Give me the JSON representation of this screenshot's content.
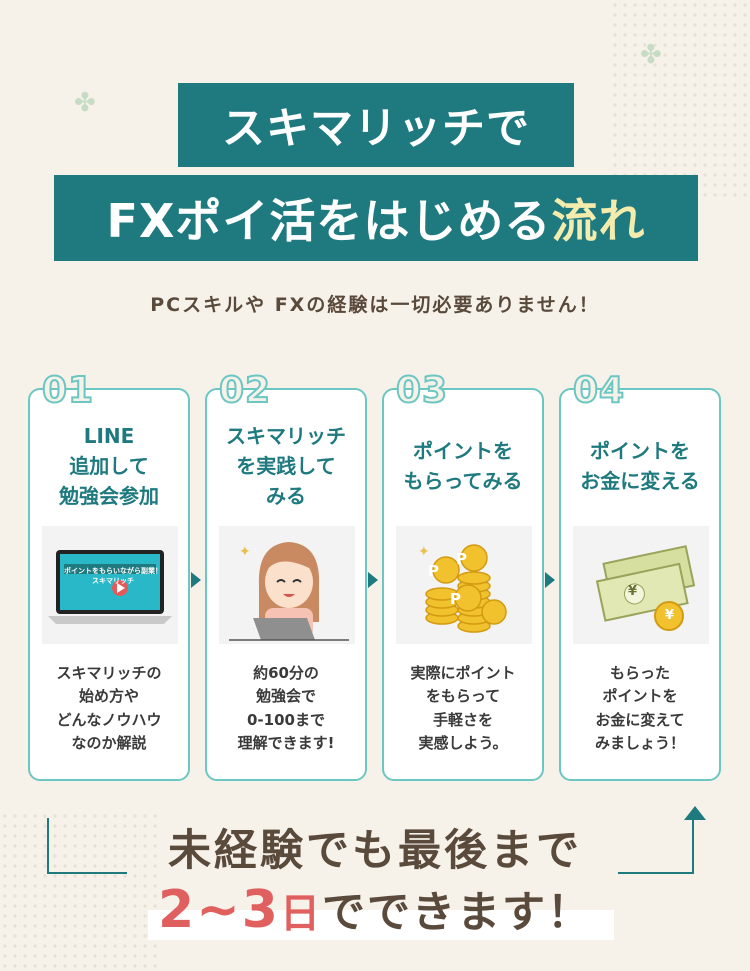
{
  "title_line1": "スキマリッチで",
  "title_line2_main": "FXポイ活をはじめる",
  "title_line2_highlight": "流れ",
  "subtitle": "PCスキルや FXの経験は一切必要ありません！",
  "steps": [
    {
      "num": "01",
      "heading": "LINE\n追加して\n勉強会参加",
      "desc": "スキマリッチの\n始め方や\nどんなノウハウ\nなのか解説",
      "image_text": "ポイントをもらいながら副業！ スキマリッチ"
    },
    {
      "num": "02",
      "heading": "スキマリッチ\nを実践して\nみる",
      "desc": "約60分の\n勉強会で\n0-100まで\n理解できます!"
    },
    {
      "num": "03",
      "heading": "ポイントを\nもらってみる",
      "desc": "実際にポイント\nをもらって\n手軽さを\n実感しよう。",
      "coin_label": "P"
    },
    {
      "num": "04",
      "heading": "ポイントを\nお金に変える",
      "desc": "もらった\nポイントを\nお金に変えて\nみましょう！",
      "coin_label": "¥"
    }
  ],
  "bottom_line1": "未経験でも最後まで",
  "bottom_line2_big": "2~3",
  "bottom_line2_day": "日",
  "bottom_line2_rest": "でできます！",
  "colors": {
    "teal": "#1f7a80",
    "accent": "#6cc6c2",
    "red": "#e06060",
    "highlight": "#f4ecad"
  }
}
